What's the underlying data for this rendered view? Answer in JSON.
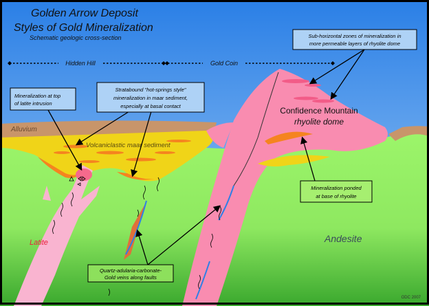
{
  "title": {
    "line1": "Golden Arrow Deposit",
    "line2": "Styles of Gold Mineralization",
    "subtitle": "Schematic geologic cross-section"
  },
  "sections": {
    "hidden_hill": "Hidden Hill",
    "gold_coin": "Gold Coin"
  },
  "units": {
    "alluvium": "Alluvium",
    "maar": "Volcaniclastic maar sediment",
    "dome_line1": "Confidence Mountain",
    "dome_line2": "rhyolite dome",
    "latite": "Latite",
    "andesite": "Andesite"
  },
  "callouts": {
    "subhorizontal": [
      "Sub-horizontal zones of mineralization in",
      "more permeable layers of rhyolite dome"
    ],
    "latite_top": [
      "Mineralization at top",
      "of latite intrusion"
    ],
    "stratabound": [
      "Stratabound \"hot-springs style\"",
      "mineralization in maar sediment,",
      "especially at basal contact"
    ],
    "ponded": [
      "Mineralization ponded",
      "at base of rhyolite"
    ],
    "veins": [
      "Quartz-adularia-carbonate-",
      "Gold veins along faults"
    ]
  },
  "credit": "ODC 2007",
  "colors": {
    "sky_top": "#2a7fe6",
    "sky_bottom": "#9cc8f4",
    "andesite_top": "#9cf56a",
    "andesite_bottom": "#3aa82e",
    "maar": "#f0d418",
    "mineral_orange": "#f5841f",
    "rhyolite_pink": "#f98cb0",
    "latite_pink": "#f9b4d0",
    "alluvium": "#c8956a",
    "quartz_vein": "#2f7fe6"
  }
}
